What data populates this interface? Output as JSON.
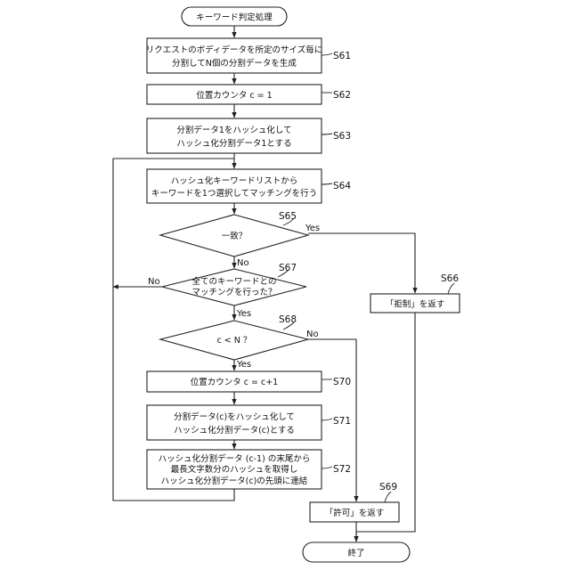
{
  "nodes": {
    "start": {
      "lines": [
        "キーワード判定処理"
      ]
    },
    "s61": {
      "lines": [
        "リクエストのボディデータを所定のサイズ毎に",
        "分割してN個の分割データを生成"
      ],
      "step": "S61"
    },
    "s62": {
      "lines": [
        "位置カウンタ c = 1"
      ],
      "step": "S62"
    },
    "s63": {
      "lines": [
        "分割データ1をハッシュ化して",
        "ハッシュ化分割データ1とする"
      ],
      "step": "S63"
    },
    "s64": {
      "lines": [
        "ハッシュ化キーワードリストから",
        "キーワードを1つ選択してマッチングを行う"
      ],
      "step": "S64"
    },
    "s65": {
      "lines": [
        "一致？"
      ],
      "step": "S65"
    },
    "s66": {
      "lines": [
        "「拒制」を返す"
      ],
      "step": "S66"
    },
    "s67": {
      "lines": [
        "全てのキーワードとの",
        "マッチングを行った？"
      ],
      "step": "S67"
    },
    "s68": {
      "lines": [
        "c < N ？"
      ],
      "step": "S68"
    },
    "s69": {
      "lines": [
        "「許可」を返す"
      ],
      "step": "S69"
    },
    "s70": {
      "lines": [
        "位置カウンタ c = c+1"
      ],
      "step": "S70"
    },
    "s71": {
      "lines": [
        "分割データ(c)をハッシュ化して",
        "ハッシュ化分割データ(c)とする"
      ],
      "step": "S71"
    },
    "s72": {
      "lines": [
        "ハッシュ化分割データ (c-1) の末尾から",
        "最長文字数分のハッシュを取得し",
        "ハッシュ化分割データ(c)の先頭に連結"
      ],
      "step": "S72"
    },
    "end": {
      "lines": [
        "終了"
      ]
    }
  },
  "edge_labels": {
    "s65_yes": "Yes",
    "s65_no": "No",
    "s67_no": "No",
    "s67_yes": "Yes",
    "s68_no": "No",
    "s68_yes": "Yes"
  }
}
